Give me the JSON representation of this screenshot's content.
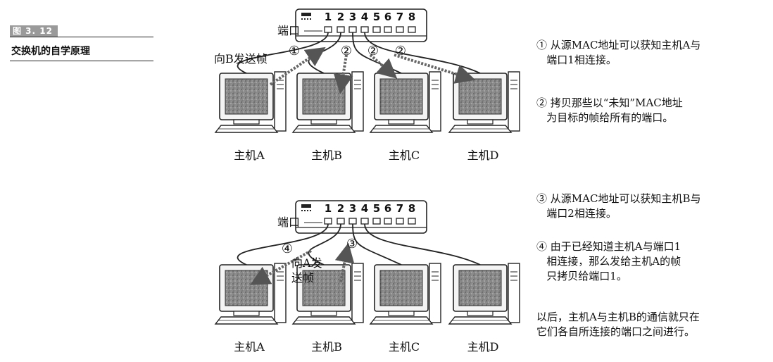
{
  "figure": {
    "number": "图 3. 12",
    "caption": "交换机的自学原理"
  },
  "ports": [
    "1",
    "2",
    "3",
    "4",
    "5",
    "6",
    "7",
    "8"
  ],
  "port_label": "端口",
  "hosts": [
    "主机A",
    "主机B",
    "主机C",
    "主机D"
  ],
  "panel_top": {
    "markers": [
      "①",
      "②",
      "②",
      "②"
    ],
    "send_label": "向B发送帧"
  },
  "panel_bottom": {
    "markers": [
      "④",
      "③"
    ],
    "send_label_lines": [
      "向A发",
      "送帧"
    ]
  },
  "notes": [
    "① 从源MAC地址可以获知主机A与\n   端口1相连接。",
    "② 拷贝那些以“未知”MAC地址\n   为目标的帧给所有的端口。",
    "③ 从源MAC地址可以获知主机B与\n   端口2相连接。",
    "④ 由于已经知道主机A与端口1\n   相连接，那么发给主机A的帧\n   只拷贝给端口1。",
    "以后，主机A与主机B的通信就只在\n它们各自所连接的端口之间进行。"
  ]
}
